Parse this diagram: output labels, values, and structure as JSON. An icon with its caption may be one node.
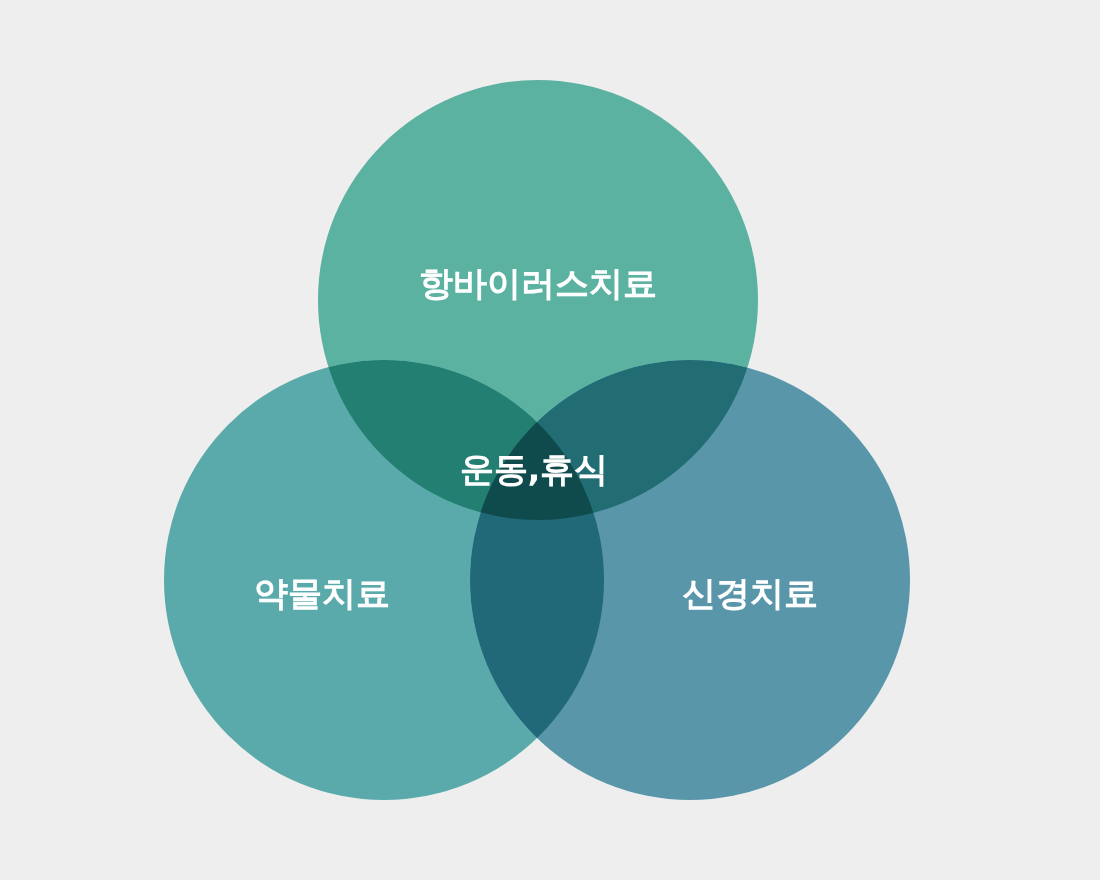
{
  "diagram": {
    "nodes": [
      {
        "text": [
          "항바이러스치료"
        ]
      },
      {
        "text": [
          "약물치료"
        ]
      },
      {
        "text": [
          "신경치료"
        ]
      }
    ],
    "labels": [
      "운동,휴식"
    ]
  }
}
